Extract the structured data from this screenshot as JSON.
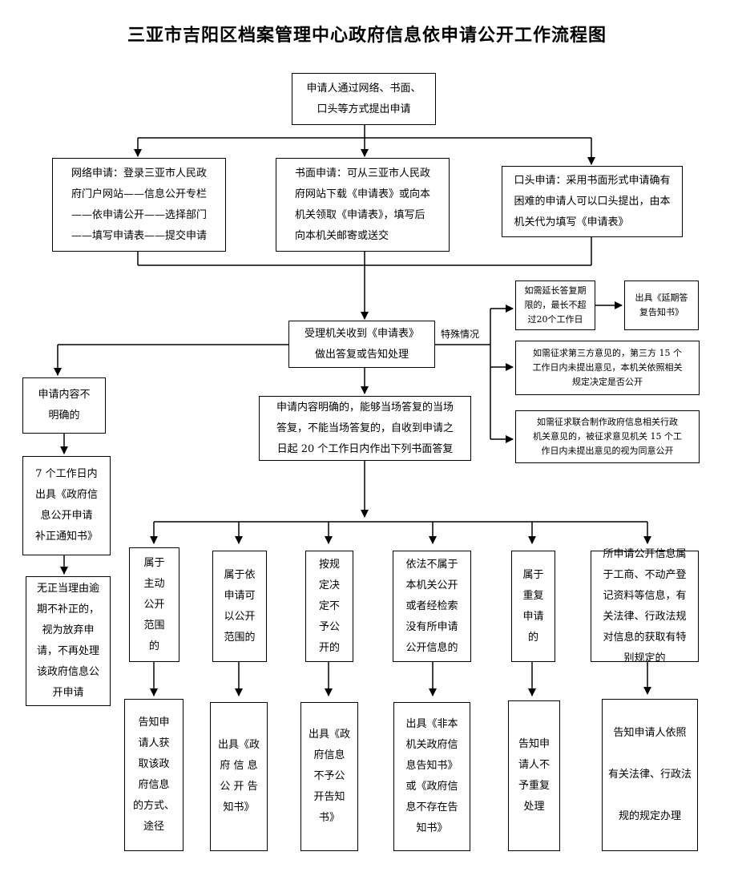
{
  "title": "三亚市吉阳区档案管理中心政府信息依申请公开工作流程图",
  "start": "申请人通过网络、书面、\n口头等方式提出申请",
  "channels": {
    "online": "网络申请：登录三亚市人民政\n府门户网站——信息公开专栏\n——依申请公开——选择部门\n——填写申请表——提交申请",
    "written": "书面申请：可从三亚市人民政\n府网站下载《申请表》或向本\n机关领取《申请表》，填写后\n向本机关邮寄或送交",
    "oral": "口头申请：采用书面形式申请确有\n困难的申请人可以口头提出，由本\n机关代为填写《申请表》"
  },
  "receive": "受理机关收到《申请表》\n做出答复或告知处理",
  "special_label": "特殊情况",
  "special": {
    "extend": "如需延长答复期\n限的，最长不超\n过20个工作日",
    "extend_notice": "出具《延期答\n复告知书》",
    "third_party": "如需征求第三方意见的，第三方 15 个\n工作日内未提出意见，本机关依照相关\n规定决定是否公开",
    "joint": "如需征求联合制作政府信息相关行政\n机关意见的，被征求意见机关 15 个工\n作日内未提出意见的视为同意公开"
  },
  "unclear": {
    "condition": "申请内容不\n明确的",
    "notice": "7 个工作日内\n出具《政府信\n息公开申请\n补正通知书》",
    "result": "无正当理由逾\n期不补正的，\n视为放弃申\n请，不再处理\n该政府信息公\n开申请"
  },
  "clear": "申请内容明确的，能够当场答复的当场\n答复，不能当场答复的，自收到申请之\n日起 20 个工作日内作出下列书面答复",
  "branches": [
    {
      "condition": "属于\n主动\n公开\n范围\n的",
      "outcome": "告知申\n请人获\n取该政\n府信息\n的方式、\n途径"
    },
    {
      "condition": "属于依\n申请可\n以公开\n范围的",
      "outcome": "出具《政\n府 信 息\n公 开 告\n知书》"
    },
    {
      "condition": "按规\n定决\n定不\n予公\n开的",
      "outcome": "出具《政\n府信息\n不予公\n开告知\n书》"
    },
    {
      "condition": "依法不属于\n本机关公开\n或者经检索\n没有所申请\n公开信息的",
      "outcome": "出具《非本\n机关政府信\n息告知书》\n或《政府信\n息不存在告\n知书》"
    },
    {
      "condition": "属于\n重复\n申请\n的",
      "outcome": "告知申\n请人不\n予重复\n处理"
    },
    {
      "condition": "所申请公开信息属\n于工商、不动产登\n记资料等信息，有\n关法律、行政法规\n对信息的获取有特\n别规定的",
      "outcome": "告知申请人依照\n\n有关法律、行政法\n\n规的规定办理"
    }
  ]
}
